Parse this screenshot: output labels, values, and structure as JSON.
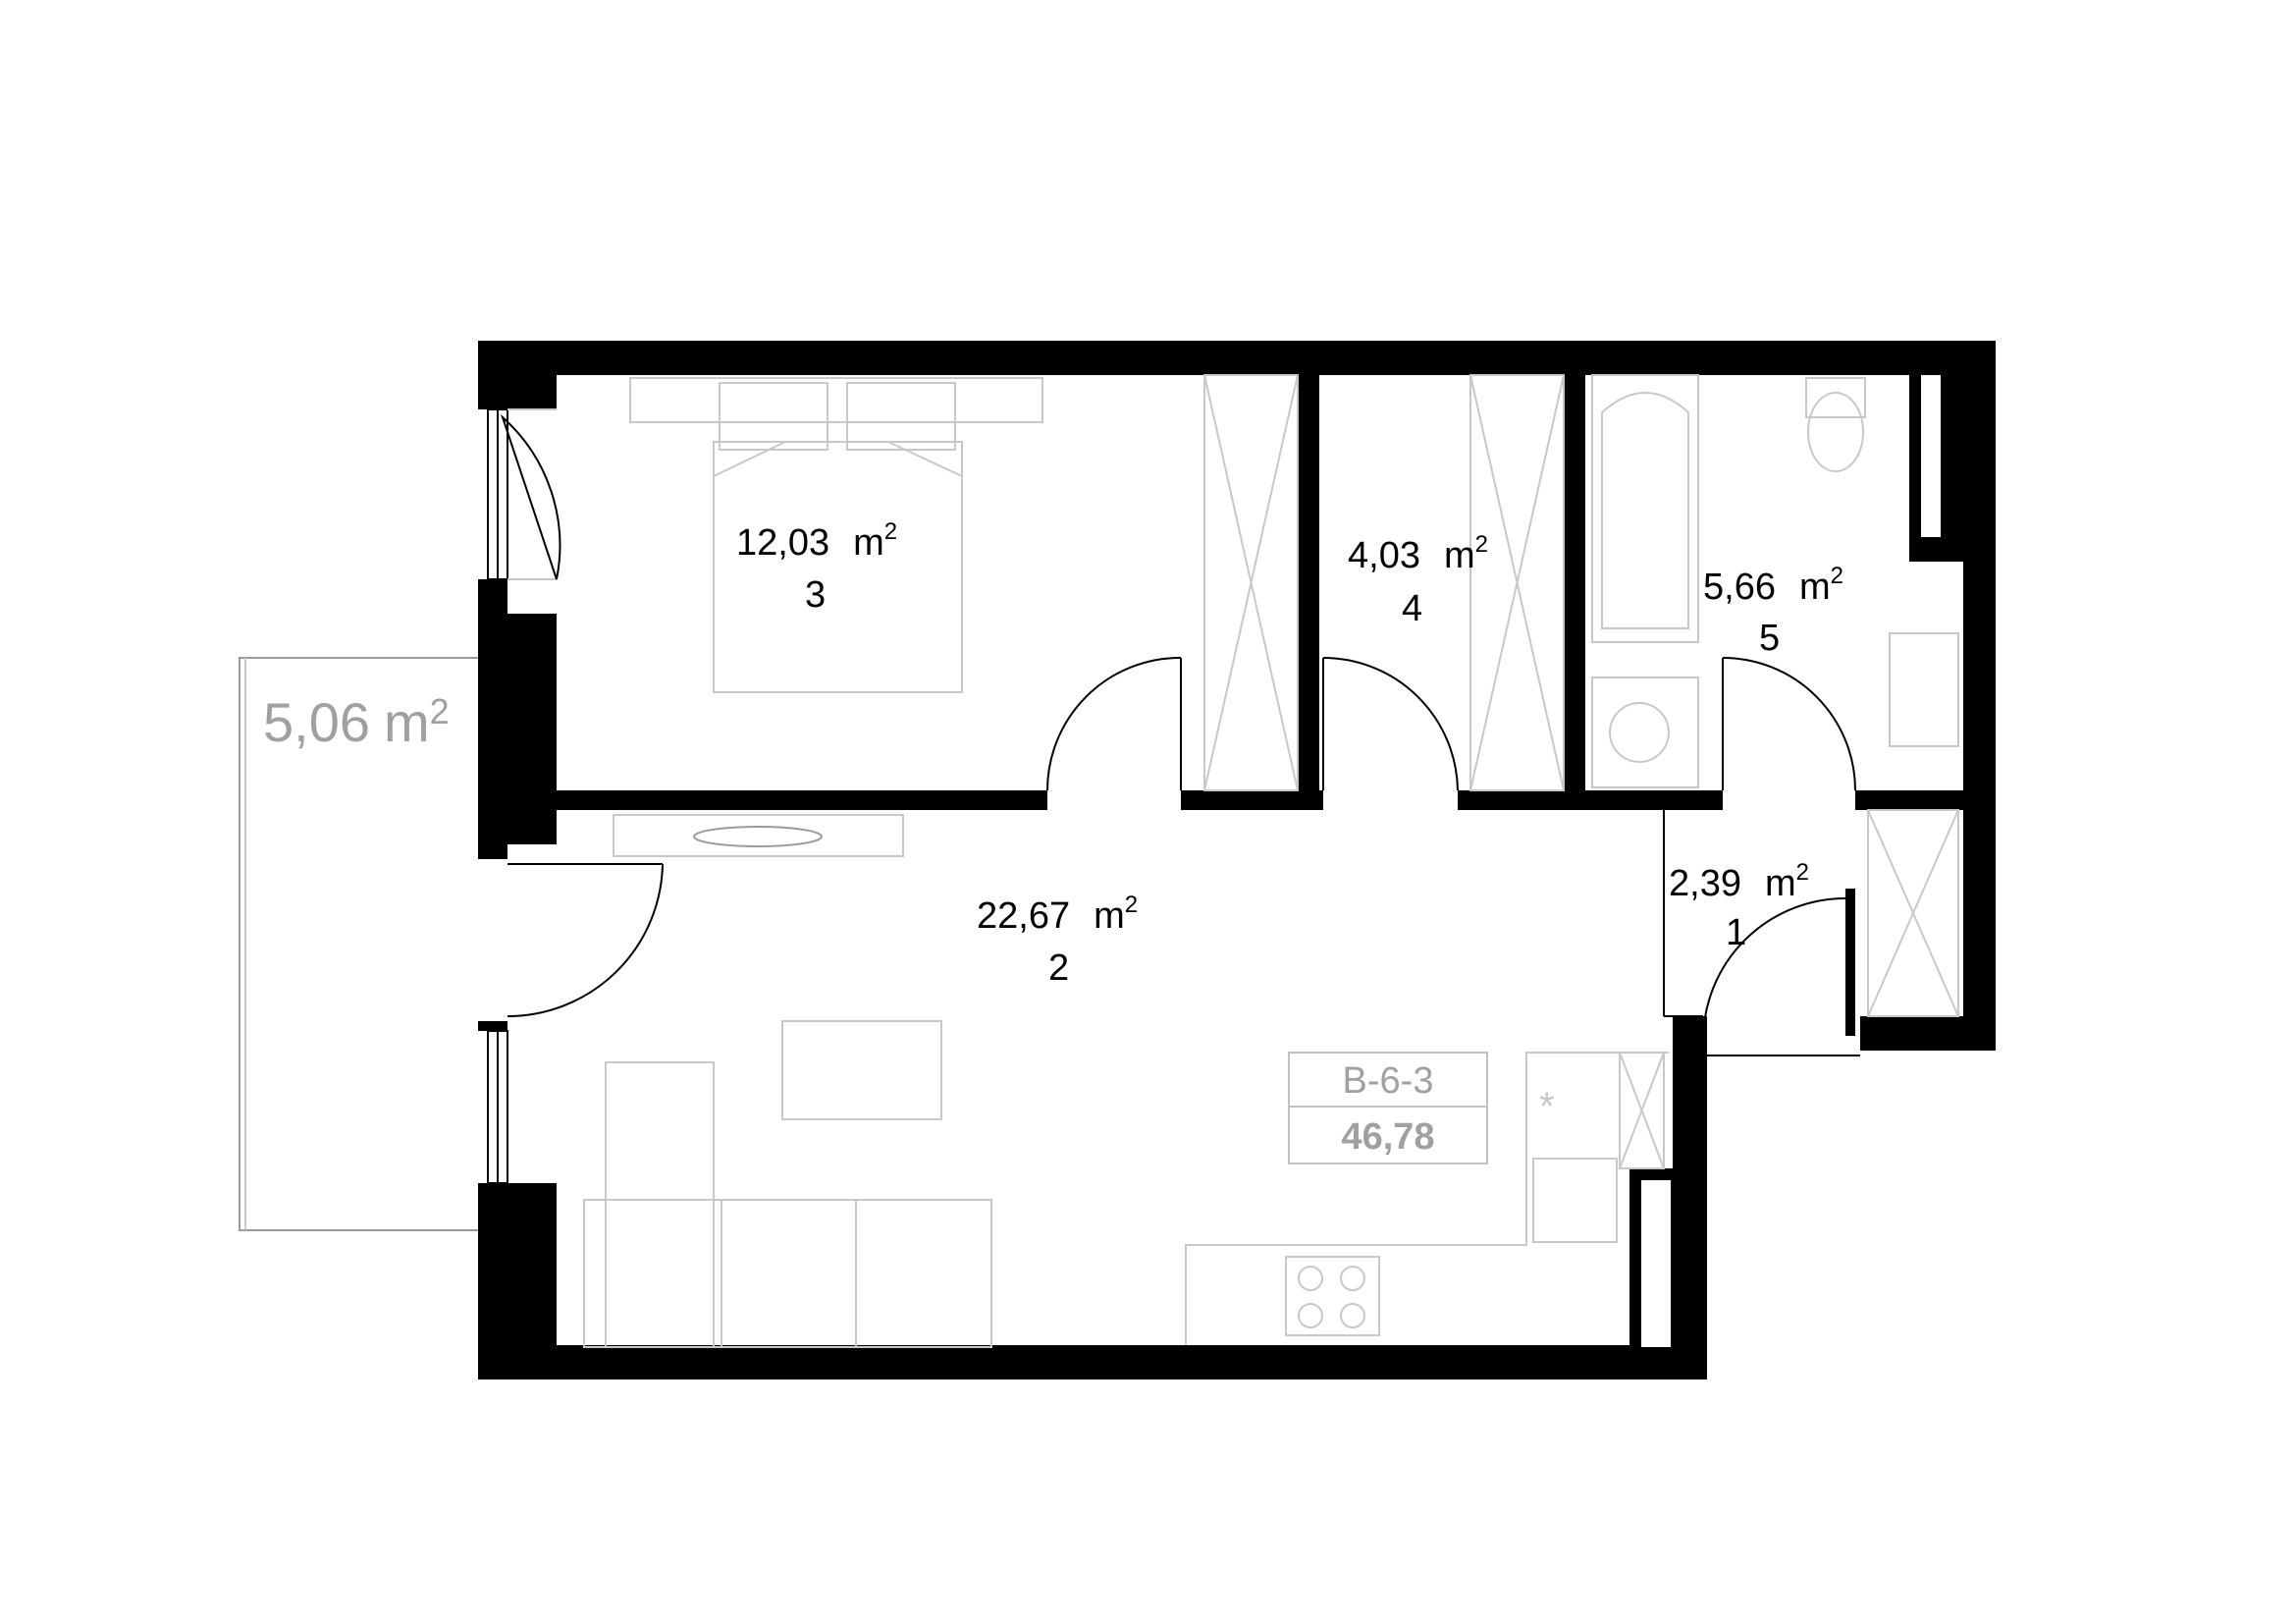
{
  "rooms": [
    {
      "area": "12,03",
      "unit": "m",
      "power": "2",
      "number": "3"
    },
    {
      "area": "4,03",
      "unit": "m",
      "power": "2",
      "number": "4"
    },
    {
      "area": "5,66",
      "unit": "m",
      "power": "2",
      "number": "5"
    },
    {
      "area": "22,67",
      "unit": "m",
      "power": "2",
      "number": "2"
    },
    {
      "area": "2,39",
      "unit": "m",
      "power": "2",
      "number": "1"
    }
  ],
  "balcony": {
    "area": "5,06",
    "unit": "m",
    "power": "2"
  },
  "apartment": {
    "code": "B-6-3",
    "total_area": "46,78"
  },
  "colors": {
    "wall": "#000000",
    "furniture": "#c8c8c8",
    "muted_text": "#a0a0a0"
  }
}
